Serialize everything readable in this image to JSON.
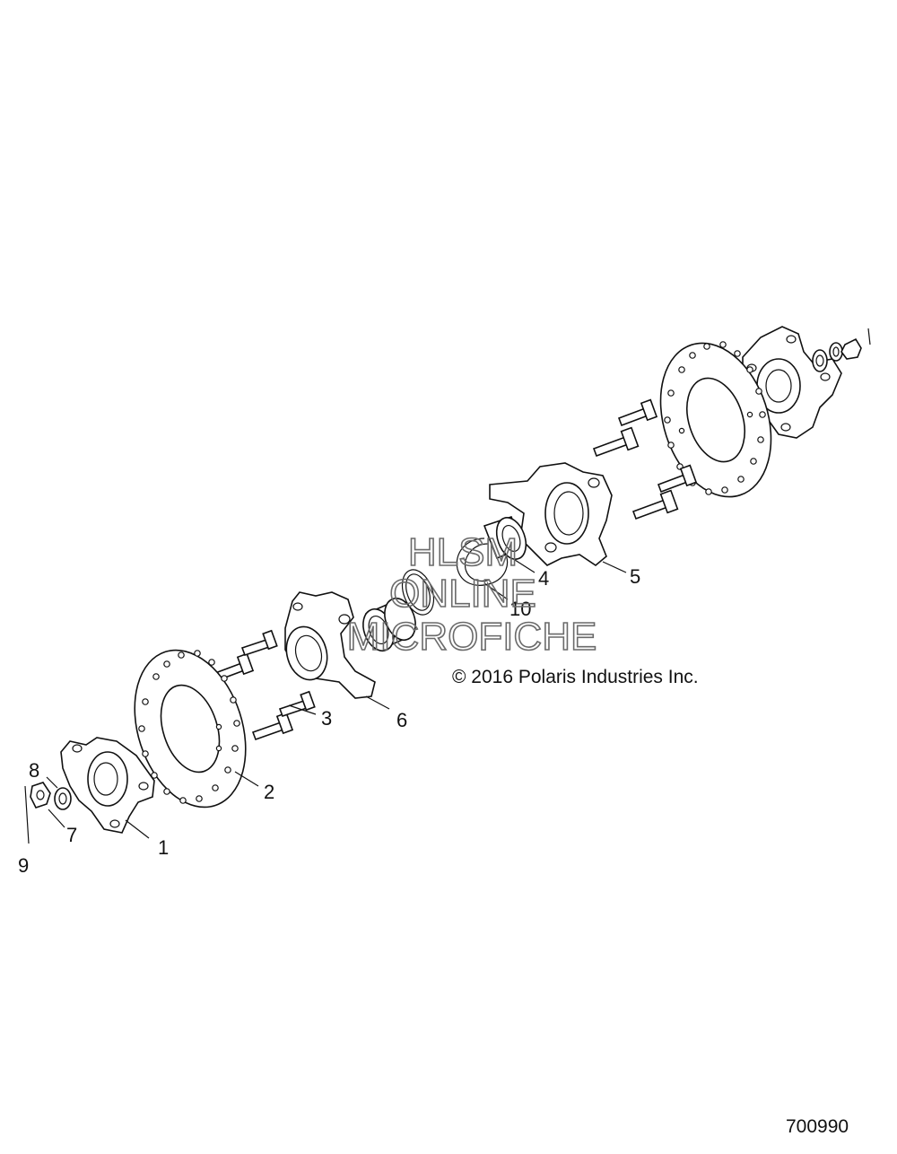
{
  "callouts": {
    "c1": "1",
    "c2": "2",
    "c3": "3",
    "c4": "4",
    "c5": "5",
    "c6": "6",
    "c7": "7",
    "c8": "8",
    "c9": "9",
    "c10": "10"
  },
  "copyright": "© 2016 Polaris Industries Inc.",
  "figure_number": "700990",
  "watermark": {
    "line1": "HLSM",
    "line2": "ONLINE",
    "line3": "MICROFICHE"
  }
}
